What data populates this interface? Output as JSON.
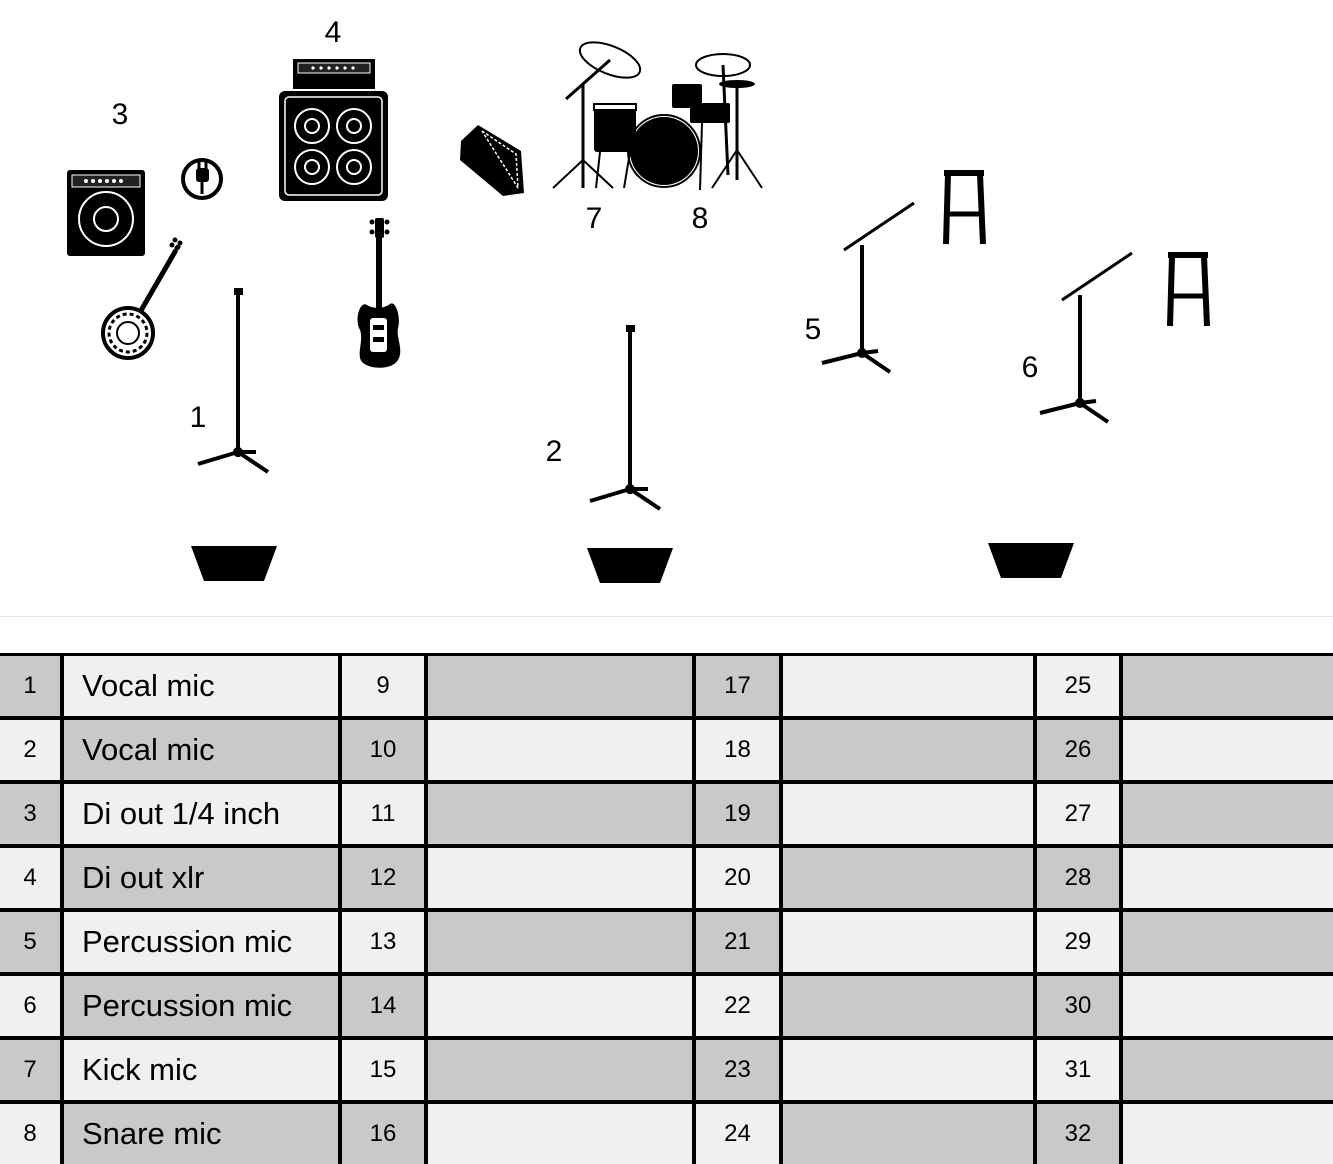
{
  "stage_labels": {
    "l1": "1",
    "l2": "2",
    "l3": "3",
    "l4": "4",
    "l5": "5",
    "l6": "6",
    "l7": "7",
    "l8": "8"
  },
  "icons": [
    "guitar-amp-icon",
    "power-outlet-icon",
    "banjo-icon",
    "bass-amp-stack-icon",
    "bass-guitar-icon",
    "drum-kit-icon",
    "monitor-wedge-icon",
    "mic-stand-icon",
    "boom-mic-stand-icon",
    "stool-icon",
    "floor-wedge-icon"
  ],
  "input_list": {
    "channels": [
      {
        "num": "1",
        "name": "Vocal mic"
      },
      {
        "num": "2",
        "name": "Vocal mic"
      },
      {
        "num": "3",
        "name": "Di out 1/4 inch"
      },
      {
        "num": "4",
        "name": "Di out xlr"
      },
      {
        "num": "5",
        "name": "Percussion mic"
      },
      {
        "num": "6",
        "name": "Percussion mic"
      },
      {
        "num": "7",
        "name": "Kick mic"
      },
      {
        "num": "8",
        "name": "Snare mic"
      },
      {
        "num": "9",
        "name": ""
      },
      {
        "num": "10",
        "name": ""
      },
      {
        "num": "11",
        "name": ""
      },
      {
        "num": "12",
        "name": ""
      },
      {
        "num": "13",
        "name": ""
      },
      {
        "num": "14",
        "name": ""
      },
      {
        "num": "15",
        "name": ""
      },
      {
        "num": "16",
        "name": ""
      },
      {
        "num": "17",
        "name": ""
      },
      {
        "num": "18",
        "name": ""
      },
      {
        "num": "19",
        "name": ""
      },
      {
        "num": "20",
        "name": ""
      },
      {
        "num": "21",
        "name": ""
      },
      {
        "num": "22",
        "name": ""
      },
      {
        "num": "23",
        "name": ""
      },
      {
        "num": "24",
        "name": ""
      },
      {
        "num": "25",
        "name": ""
      },
      {
        "num": "26",
        "name": ""
      },
      {
        "num": "27",
        "name": ""
      },
      {
        "num": "28",
        "name": ""
      },
      {
        "num": "29",
        "name": ""
      },
      {
        "num": "30",
        "name": ""
      },
      {
        "num": "31",
        "name": ""
      },
      {
        "num": "32",
        "name": ""
      }
    ]
  },
  "colors": {
    "cell_dark": "#c9c9c9",
    "cell_light": "#f0f0f0",
    "ink": "#000000"
  }
}
